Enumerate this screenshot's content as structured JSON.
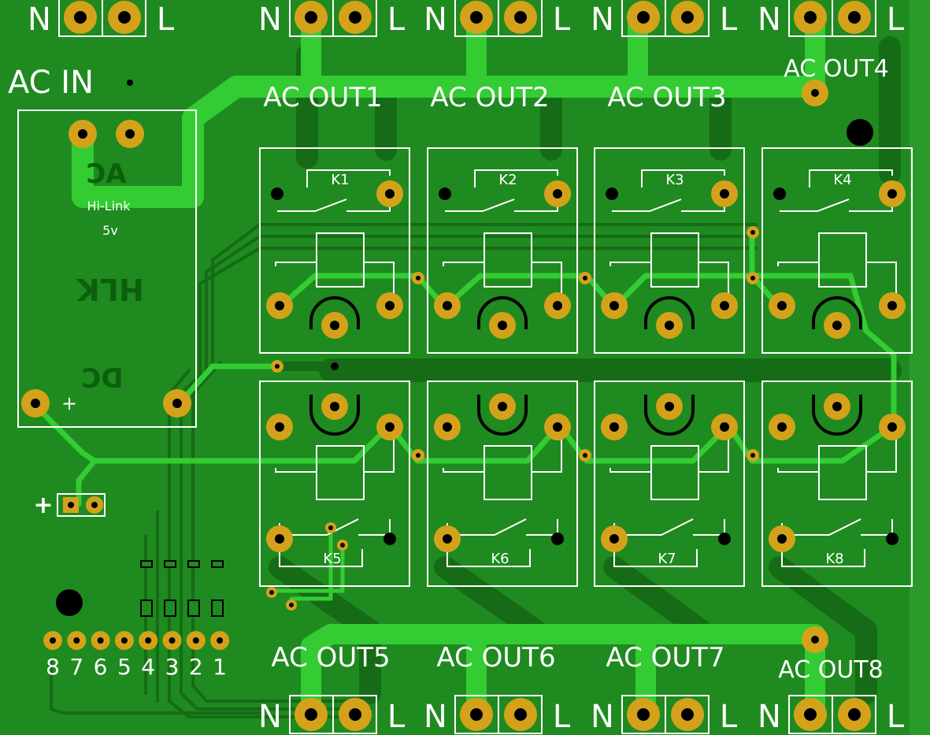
{
  "colors": {
    "board": "#1f8a1f",
    "trace_top": "#33cc33",
    "trace_bottom": "#156a15",
    "pad": "#d4a21a",
    "silkscreen": "#ffffff"
  },
  "connectors_top": [
    {
      "name": "ac-in",
      "n": "N",
      "l": "L"
    },
    {
      "name": "ac-out1",
      "n": "N",
      "l": "L"
    },
    {
      "name": "ac-out2",
      "n": "N",
      "l": "L"
    },
    {
      "name": "ac-out3",
      "n": "N",
      "l": "L"
    },
    {
      "name": "ac-out4",
      "n": "N",
      "l": "L"
    }
  ],
  "connectors_bottom": [
    {
      "name": "ac-out5",
      "n": "N",
      "l": "L"
    },
    {
      "name": "ac-out6",
      "n": "N",
      "l": "L"
    },
    {
      "name": "ac-out7",
      "n": "N",
      "l": "L"
    },
    {
      "name": "ac-out8",
      "n": "N",
      "l": "L"
    }
  ],
  "labels": {
    "ac_in": "AC IN",
    "ac_out1": "AC OUT1",
    "ac_out2": "AC OUT2",
    "ac_out3": "AC OUT3",
    "ac_out4": "AC OUT4",
    "ac_out5": "AC OUT5",
    "ac_out6": "AC OUT6",
    "ac_out7": "AC OUT7",
    "ac_out8": "AC OUT8"
  },
  "power_module": {
    "brand": "Hi-Link",
    "voltage": "5v",
    "plus": "+",
    "back_ac": "AC",
    "back_hlk": "HLK",
    "back_dc": "DC"
  },
  "dc_input": {
    "plus": "+"
  },
  "relays_top": [
    {
      "ref": "K1"
    },
    {
      "ref": "K2"
    },
    {
      "ref": "K3"
    },
    {
      "ref": "K4"
    }
  ],
  "relays_bottom": [
    {
      "ref": "K5"
    },
    {
      "ref": "K6"
    },
    {
      "ref": "K7"
    },
    {
      "ref": "K8"
    }
  ],
  "header_pins": [
    "8",
    "7",
    "6",
    "5",
    "4",
    "3",
    "2",
    "1"
  ]
}
